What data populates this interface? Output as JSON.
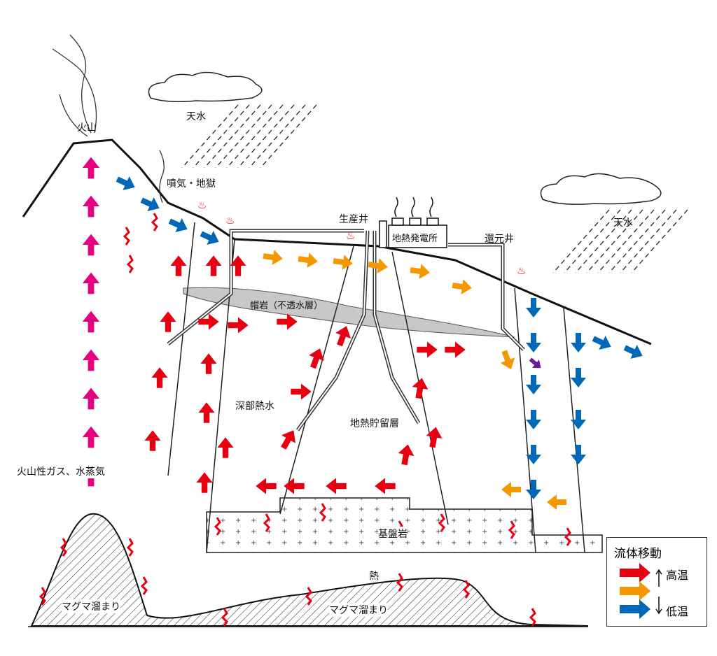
{
  "labels": {
    "volcano": "火山",
    "rain1": "天水",
    "rain2": "天水",
    "fumarole": "噴気・地獄",
    "production_well": "生産井",
    "power_plant": "地熱発電所",
    "reinjection_well": "還元井",
    "cap_rock": "帽岩（不透水層）",
    "deep_hot_water": "深部熱水",
    "reservoir": "地熱貯留層",
    "basement": "基盤岩",
    "volcanic_gas": "火山性ガス、水蒸気",
    "heat": "熱",
    "magma1": "マグマ溜まり",
    "magma2": "マグマ溜まり"
  },
  "legend": {
    "title": "流体移動",
    "high": "高温",
    "low": "低温"
  },
  "colors": {
    "hot": "#e60012",
    "warm": "#f39800",
    "cold": "#0068b7",
    "gas": "#e4007f",
    "mix": "#6a1b9a",
    "cap": "#c8c8c8"
  }
}
